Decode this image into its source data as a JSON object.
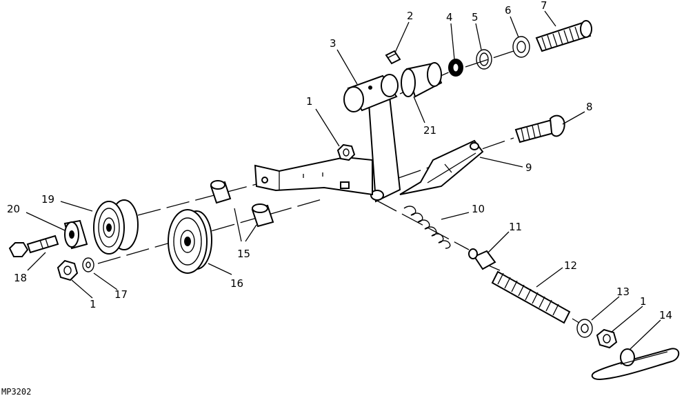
{
  "diagram": {
    "figure_code": "MP3202",
    "callouts": [
      {
        "id": "c-1a",
        "text": "1"
      },
      {
        "id": "c-2",
        "text": "2"
      },
      {
        "id": "c-3",
        "text": "3"
      },
      {
        "id": "c-4",
        "text": "4"
      },
      {
        "id": "c-5",
        "text": "5"
      },
      {
        "id": "c-6",
        "text": "6"
      },
      {
        "id": "c-7",
        "text": "7"
      },
      {
        "id": "c-8",
        "text": "8"
      },
      {
        "id": "c-9",
        "text": "9"
      },
      {
        "id": "c-10",
        "text": "10"
      },
      {
        "id": "c-11",
        "text": "11"
      },
      {
        "id": "c-12",
        "text": "12"
      },
      {
        "id": "c-13",
        "text": "13"
      },
      {
        "id": "c-1b",
        "text": "1"
      },
      {
        "id": "c-14",
        "text": "14"
      },
      {
        "id": "c-15",
        "text": "15"
      },
      {
        "id": "c-16",
        "text": "16"
      },
      {
        "id": "c-17",
        "text": "17"
      },
      {
        "id": "c-1c",
        "text": "1"
      },
      {
        "id": "c-18",
        "text": "18"
      },
      {
        "id": "c-19",
        "text": "19"
      },
      {
        "id": "c-20",
        "text": "20"
      },
      {
        "id": "c-21",
        "text": "21"
      }
    ]
  }
}
